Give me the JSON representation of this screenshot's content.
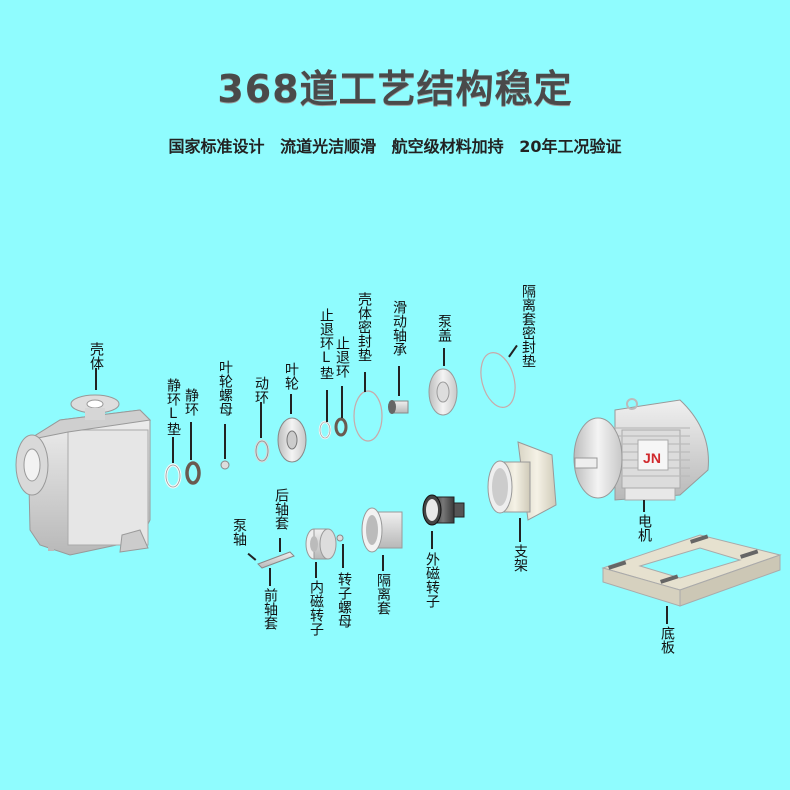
{
  "title": "368道工艺结构稳定",
  "subtitle": [
    "国家标准设计",
    "流道光洁顺滑",
    "航空级材料加持",
    "20年工况验证"
  ],
  "background_color": "#8ffcfe",
  "motor_badge": "JN",
  "motor_badge_color": "#d0282c",
  "parts": [
    {
      "id": "casing",
      "label": "壳体"
    },
    {
      "id": "static-ring-l-gasket",
      "label": "静环L垫"
    },
    {
      "id": "static-ring",
      "label": "静环"
    },
    {
      "id": "impeller-nut",
      "label": "叶轮螺母"
    },
    {
      "id": "dynamic-ring",
      "label": "动环"
    },
    {
      "id": "impeller",
      "label": "叶轮"
    },
    {
      "id": "stop-ring-l-gasket",
      "label": "止退环L垫"
    },
    {
      "id": "stop-ring",
      "label": "止退环"
    },
    {
      "id": "casing-seal-gasket",
      "label": "壳体密封垫"
    },
    {
      "id": "sliding-bearing",
      "label": "滑动轴承"
    },
    {
      "id": "pump-cover",
      "label": "泵盖"
    },
    {
      "id": "isolation-sleeve-seal-gasket",
      "label": "隔离套密封垫"
    },
    {
      "id": "motor",
      "label": "电机"
    },
    {
      "id": "pump-shaft",
      "label": "泵轴"
    },
    {
      "id": "rear-shaft-sleeve",
      "label": "后轴套"
    },
    {
      "id": "front-shaft-sleeve",
      "label": "前轴套"
    },
    {
      "id": "inner-magnetic-rotor",
      "label": "内磁转子"
    },
    {
      "id": "rotor-nut",
      "label": "转子螺母"
    },
    {
      "id": "isolation-sleeve",
      "label": "隔离套"
    },
    {
      "id": "outer-magnetic-rotor",
      "label": "外磁转子"
    },
    {
      "id": "bracket",
      "label": "支架"
    },
    {
      "id": "base-plate",
      "label": "底板"
    }
  ]
}
